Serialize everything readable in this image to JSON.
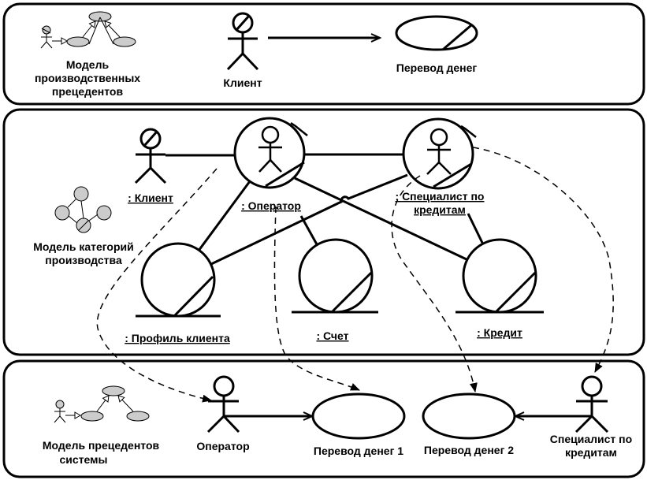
{
  "top_panel": {
    "model_label_1": "Модель",
    "model_label_2": "производственных",
    "model_label_3": "прецедентов",
    "actor_label": "Клиент",
    "usecase_label": "Перевод денег"
  },
  "middle_panel": {
    "client_label": ": Клиент",
    "operator_label": ": Оператор",
    "specialist_label_1": ": Специалист по",
    "specialist_label_2": "кредитам",
    "model_label_1": "Модель категорий",
    "model_label_2": "производства",
    "profile_label": ": Профиль клиента",
    "account_label": ": Счет",
    "credit_label": ": Кредит"
  },
  "bottom_panel": {
    "model_label_1": "Модель прецедентов",
    "model_label_2": "системы",
    "operator_label": "Оператор",
    "usecase1_label": "Перевод денег 1",
    "usecase2_label": "Перевод денег 2",
    "specialist_label_1": "Специалист по",
    "specialist_label_2": "кредитам"
  }
}
